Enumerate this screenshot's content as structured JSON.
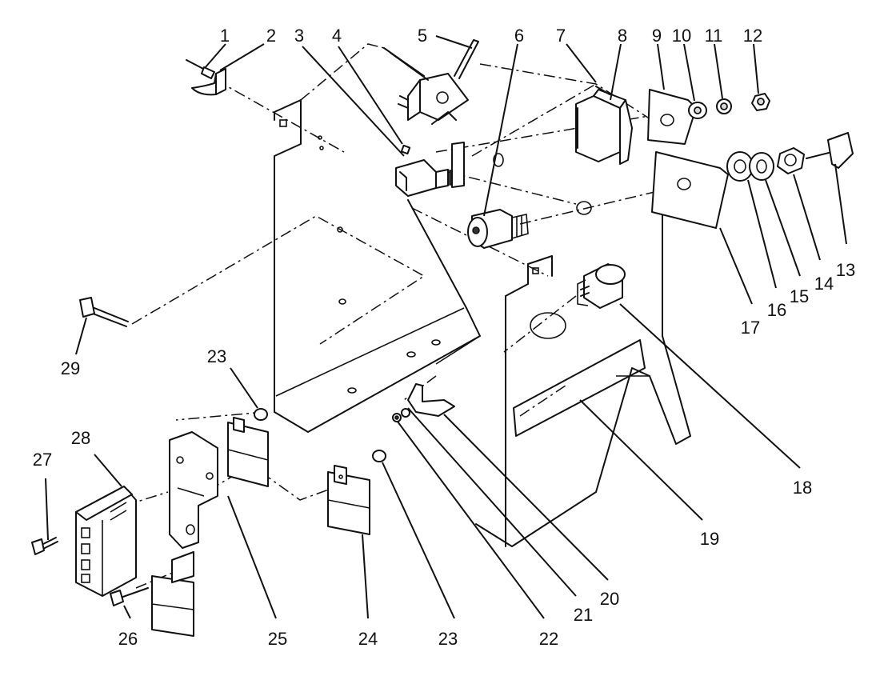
{
  "diagram": {
    "callouts": [
      "1",
      "2",
      "3",
      "4",
      "5",
      "6",
      "7",
      "8",
      "9",
      "10",
      "11",
      "12",
      "13",
      "14",
      "15",
      "16",
      "17",
      "18",
      "19",
      "20",
      "21",
      "22",
      "23",
      "23",
      "24",
      "25",
      "26",
      "27",
      "28",
      "29"
    ]
  }
}
